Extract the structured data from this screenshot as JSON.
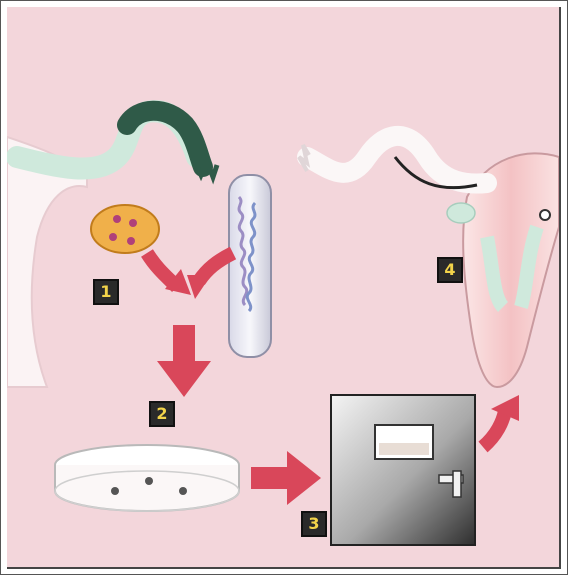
{
  "steps": [
    {
      "label": "1"
    },
    {
      "label": "2"
    },
    {
      "label": "3"
    },
    {
      "label": "4"
    }
  ],
  "colors": {
    "background": "#f3d6db",
    "arrow": "#d9475a",
    "badge": "#2a2a2a",
    "badge_text": "#f2d34a",
    "ovary": "#f0b04a",
    "tube_dark": "#2f5a48",
    "tube_light": "#cfe9dc",
    "uterus": "#f7cfcf"
  },
  "icons": {
    "ovary": "ovary-with-eggs-icon",
    "test_tube": "sperm-test-tube-icon",
    "petri_dish": "petri-dish-icon",
    "incubator": "incubator-icon",
    "uterus": "uterus-icon"
  }
}
